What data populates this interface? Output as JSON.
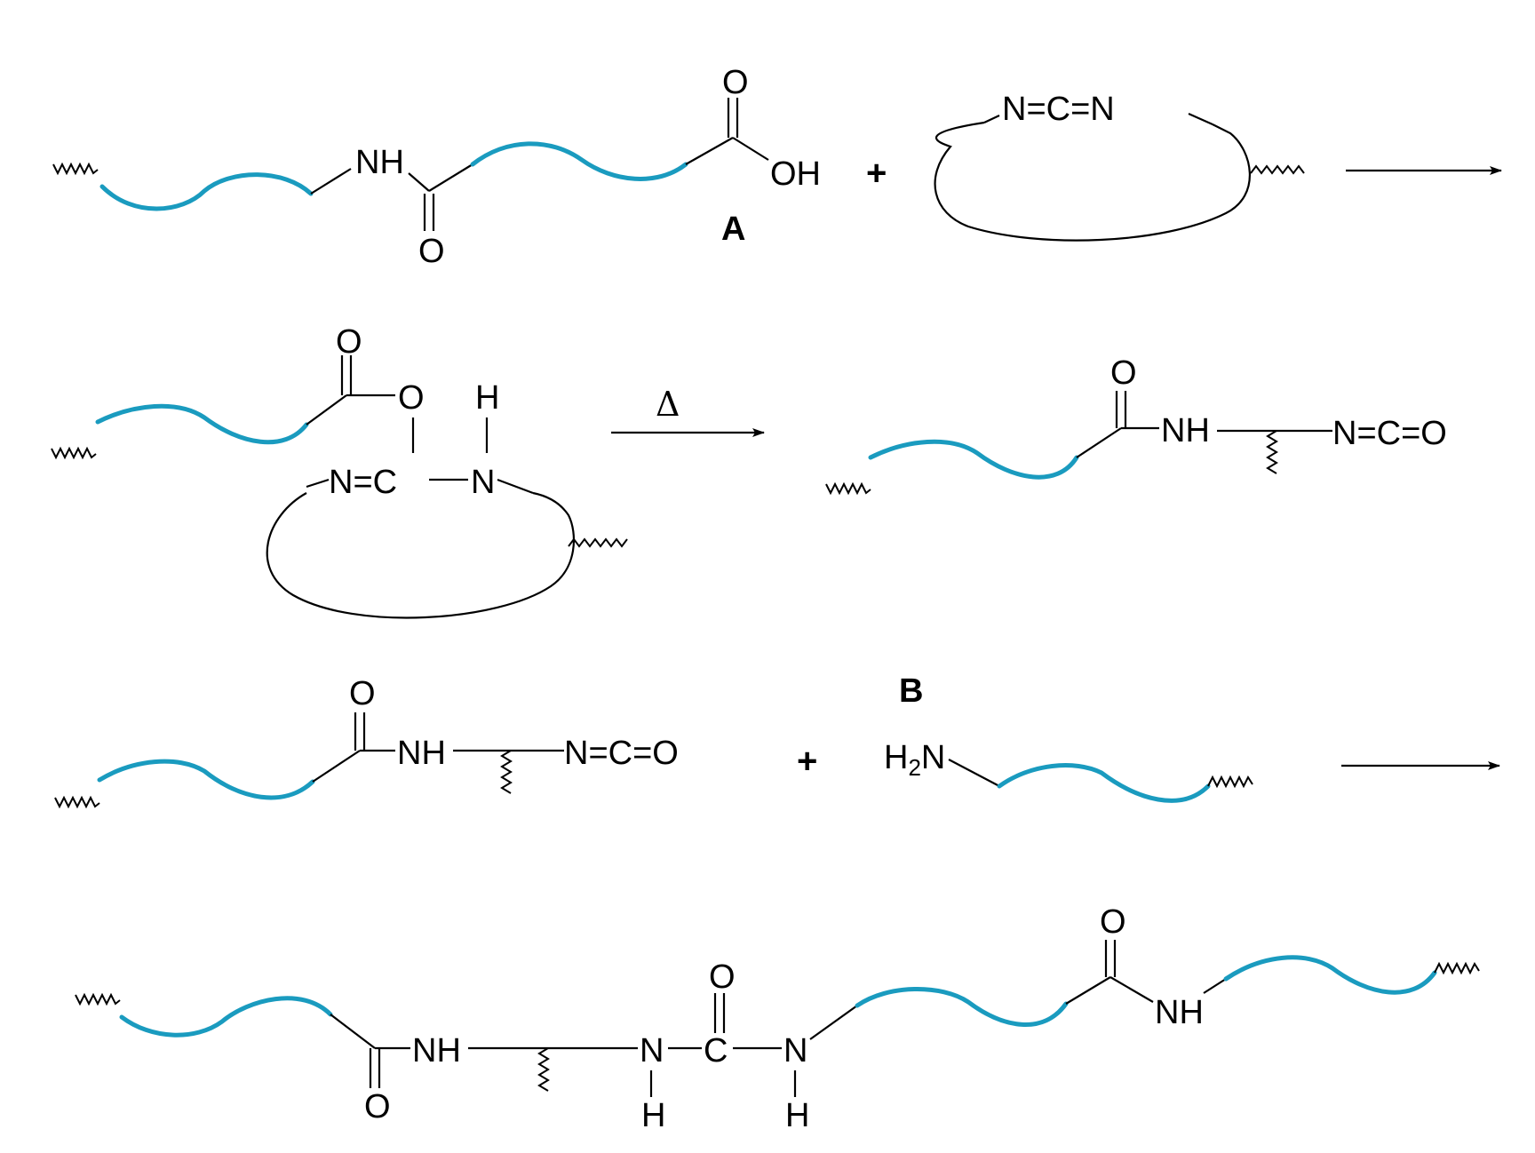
{
  "colors": {
    "chain": "#1a9bbf",
    "bond": "#000000",
    "background": "#ffffff"
  },
  "row1": {
    "nh": "NH",
    "o_amide": "O",
    "o_acid": "O",
    "oh": "OH",
    "label_a": "A",
    "plus": "+",
    "carbodiimide": "N=C=N"
  },
  "row2": {
    "o_ester": "O",
    "o_link": "O",
    "h_top": "H",
    "n_left": "N=C",
    "n_right": "N",
    "heat": "Δ",
    "product_o": "O",
    "product_nh": "NH",
    "isocyanate": "N=C=O"
  },
  "row3": {
    "o": "O",
    "nh": "NH",
    "isocyanate": "N=C=O",
    "plus": "+",
    "label_b": "B",
    "amine": "H2N"
  },
  "row4": {
    "o_left": "O",
    "nh_left": "NH",
    "n1": "N",
    "c": "C",
    "n2": "N",
    "h1": "H",
    "h2": "H",
    "o_urea": "O",
    "o_right": "O",
    "nh_right": "NH"
  }
}
